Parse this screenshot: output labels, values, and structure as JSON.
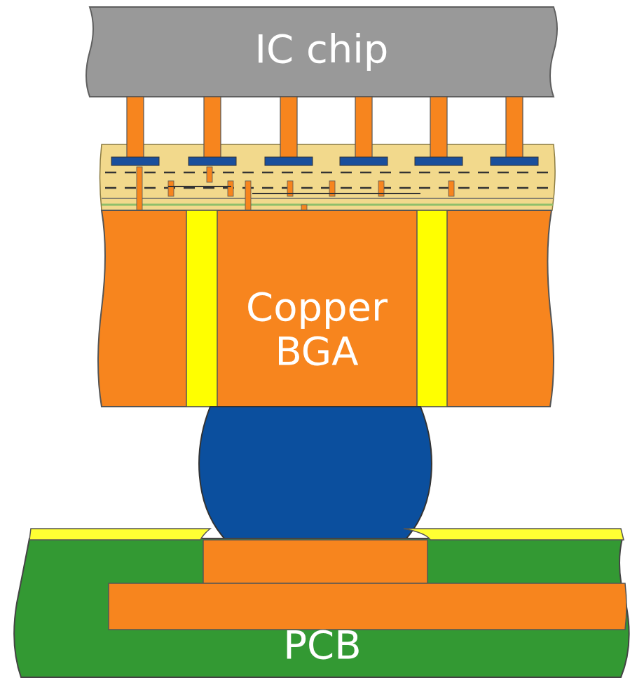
{
  "diagram": {
    "nodes": [
      {
        "text": [
          "IC chip"
        ]
      },
      {
        "text": [
          "Copper BGA"
        ]
      },
      {
        "text": [
          "PCB"
        ]
      }
    ]
  }
}
